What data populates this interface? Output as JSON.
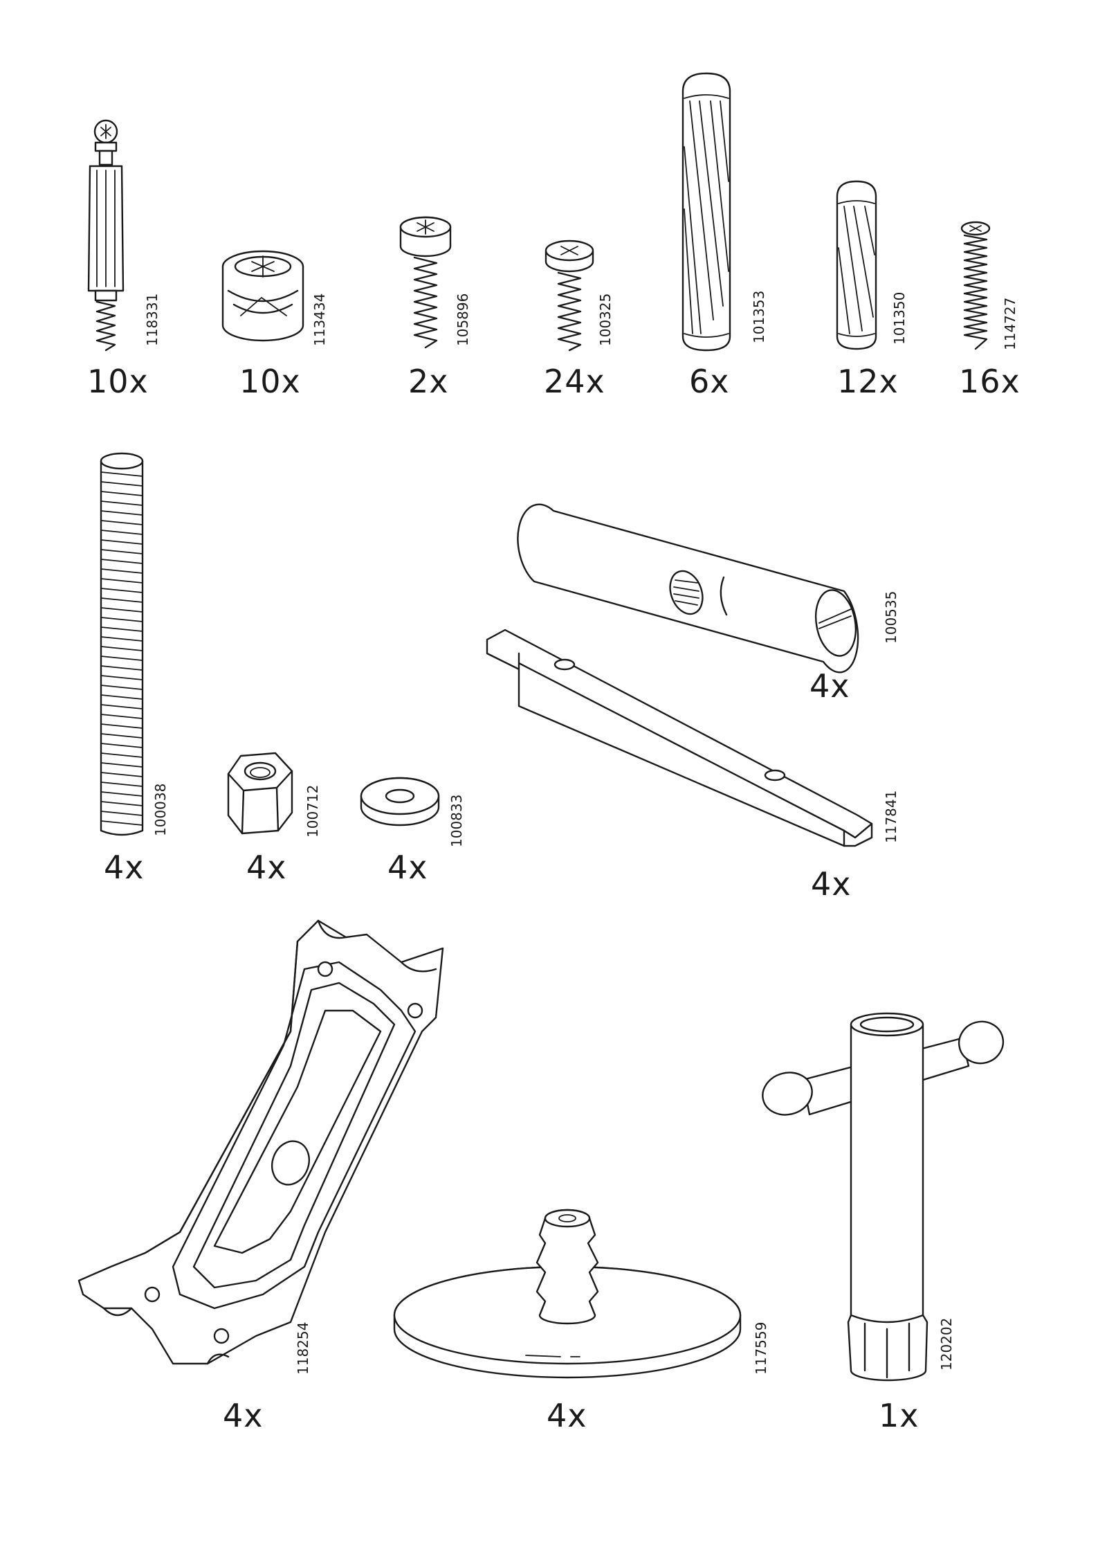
{
  "parts": [
    {
      "code": "118331",
      "qty": "10x",
      "icon": "cam-bolt-icon"
    },
    {
      "code": "113434",
      "qty": "10x",
      "icon": "cam-lock-nut-icon"
    },
    {
      "code": "105896",
      "qty": "2x",
      "icon": "screw-large-head-icon"
    },
    {
      "code": "100325",
      "qty": "24x",
      "icon": "screw-pan-head-icon"
    },
    {
      "code": "101353",
      "qty": "6x",
      "icon": "wooden-dowel-long-icon"
    },
    {
      "code": "101350",
      "qty": "12x",
      "icon": "wooden-dowel-short-icon"
    },
    {
      "code": "114727",
      "qty": "16x",
      "icon": "screw-thin-icon"
    },
    {
      "code": "100038",
      "qty": "4x",
      "icon": "threaded-rod-icon"
    },
    {
      "code": "100712",
      "qty": "4x",
      "icon": "hex-nut-icon"
    },
    {
      "code": "100833",
      "qty": "4x",
      "icon": "washer-icon"
    },
    {
      "code": "100535",
      "qty": "4x",
      "icon": "barrel-nut-icon"
    },
    {
      "code": "117841",
      "qty": "4x",
      "icon": "angle-rail-icon"
    },
    {
      "code": "118254",
      "qty": "4x",
      "icon": "metal-bracket-icon"
    },
    {
      "code": "117559",
      "qty": "4x",
      "icon": "disc-foot-icon"
    },
    {
      "code": "120202",
      "qty": "1x",
      "icon": "t-wrench-icon"
    }
  ]
}
